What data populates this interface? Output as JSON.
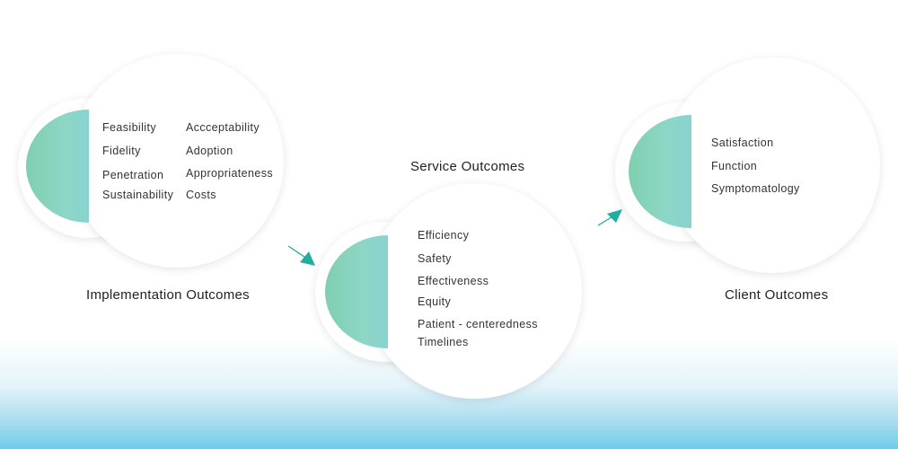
{
  "implementation": {
    "title": "Implementation Outcomes",
    "left_items": [
      "Feasibility",
      "Fidelity",
      "Penetration",
      "Sustainability"
    ],
    "right_items": [
      "Accceptability",
      "Adoption",
      "Appropriateness",
      "Costs"
    ]
  },
  "service": {
    "title": "Service Outcomes",
    "items": [
      "Efficiency",
      "Safety",
      "Effectiveness",
      "Equity",
      "Patient - centeredness",
      "Timelines"
    ]
  },
  "client": {
    "title": "Client Outcomes",
    "items": [
      "Satisfaction",
      "Function",
      "Symptomatology"
    ]
  },
  "colors": {
    "half_circle": "#86d3c0",
    "arrow": "#1fae9f",
    "bottom_gradient": "#6fcbeb"
  }
}
